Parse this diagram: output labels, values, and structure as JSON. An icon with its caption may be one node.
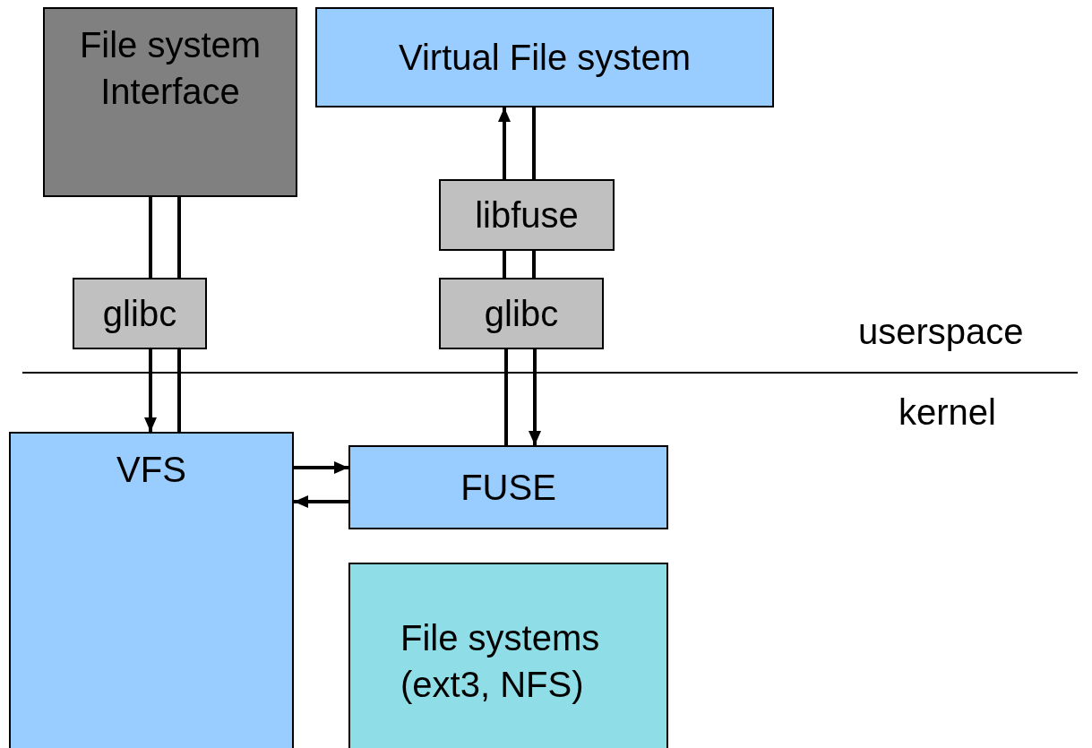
{
  "diagram": {
    "nodes": [
      {
        "text": [
          "File system Interface"
        ]
      },
      {
        "text": [
          "Virtual File system"
        ]
      },
      {
        "text": [
          "libfuse"
        ]
      },
      {
        "text": [
          "glibc"
        ]
      },
      {
        "text": [
          "glibc"
        ]
      },
      {
        "text": [
          "VFS"
        ]
      },
      {
        "text": [
          "FUSE"
        ]
      },
      {
        "text": [
          "File systems (ext3, NFS)"
        ]
      }
    ],
    "edges": [
      {
        "from": 0,
        "to": 3,
        "arrow": "none"
      },
      {
        "from": 0,
        "to": 3,
        "arrow": "none"
      },
      {
        "from": 3,
        "to": 5,
        "arrow": "to"
      },
      {
        "from": 3,
        "to": 5,
        "arrow": "none"
      },
      {
        "from": 2,
        "to": 1,
        "arrow": "to"
      },
      {
        "from": 2,
        "to": 1,
        "arrow": "none"
      },
      {
        "from": 2,
        "to": 4,
        "arrow": "none"
      },
      {
        "from": 2,
        "to": 4,
        "arrow": "none"
      },
      {
        "from": 4,
        "to": 6,
        "arrow": "none"
      },
      {
        "from": 4,
        "to": 6,
        "arrow": "to"
      },
      {
        "from": 5,
        "to": 6,
        "arrow": "to"
      },
      {
        "from": 6,
        "to": 5,
        "arrow": "to"
      }
    ],
    "labels": [
      "userspace",
      "kernel"
    ]
  }
}
